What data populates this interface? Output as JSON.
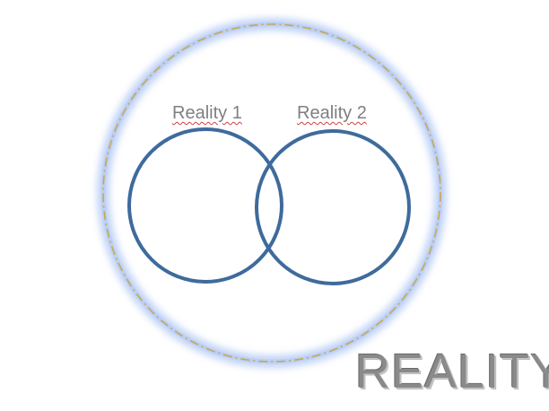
{
  "diagram": {
    "labels": {
      "reality_1": "Reality 1",
      "reality_2": "Reality 2",
      "outer": "REALITY"
    },
    "colors": {
      "outer_glow": "#7ea3ee",
      "outer_ring_dashed": "#c9a84a",
      "inner_circles": "#3e6b9c",
      "title_text": "#8a8a8a",
      "label_text": "#7f7f7f"
    }
  }
}
